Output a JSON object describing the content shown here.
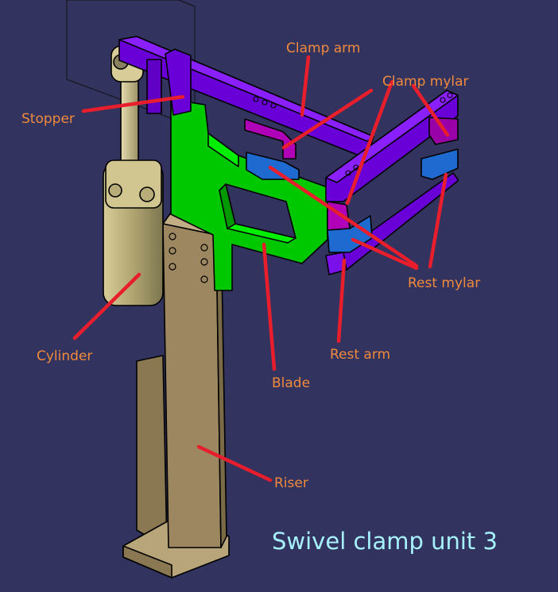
{
  "labels": {
    "stopper": "Stopper",
    "clamp_arm": "Clamp arm",
    "clamp_mylar": "Clamp mylar",
    "rest_mylar": "Rest mylar",
    "rest_arm": "Rest arm",
    "blade": "Blade",
    "cylinder": "Cylinder",
    "riser": "Riser"
  },
  "title": "Swivel clamp unit 3",
  "colors": {
    "background": "#33335f",
    "label": "#f08a3c",
    "title": "#a6f2ff",
    "leader": "#e81e2c",
    "clamp_arm": "#7000e0",
    "mylar_clamp": "#b000b8",
    "mylar_rest": "#1e6ad0",
    "blade": "#00cc00",
    "riser": "#a08a60",
    "cylinder": "#c8bc88"
  }
}
